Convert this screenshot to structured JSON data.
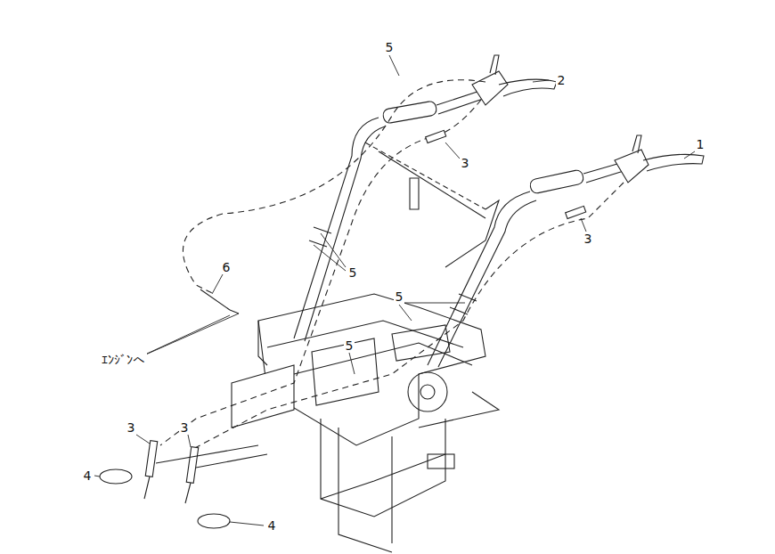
{
  "diagram": {
    "labels": [
      "5",
      "2",
      "3",
      "1",
      "3",
      "6",
      "5",
      "5",
      "5",
      "ｴﾝｼﾞﾝへ",
      "3",
      "3",
      "4",
      "4"
    ]
  }
}
